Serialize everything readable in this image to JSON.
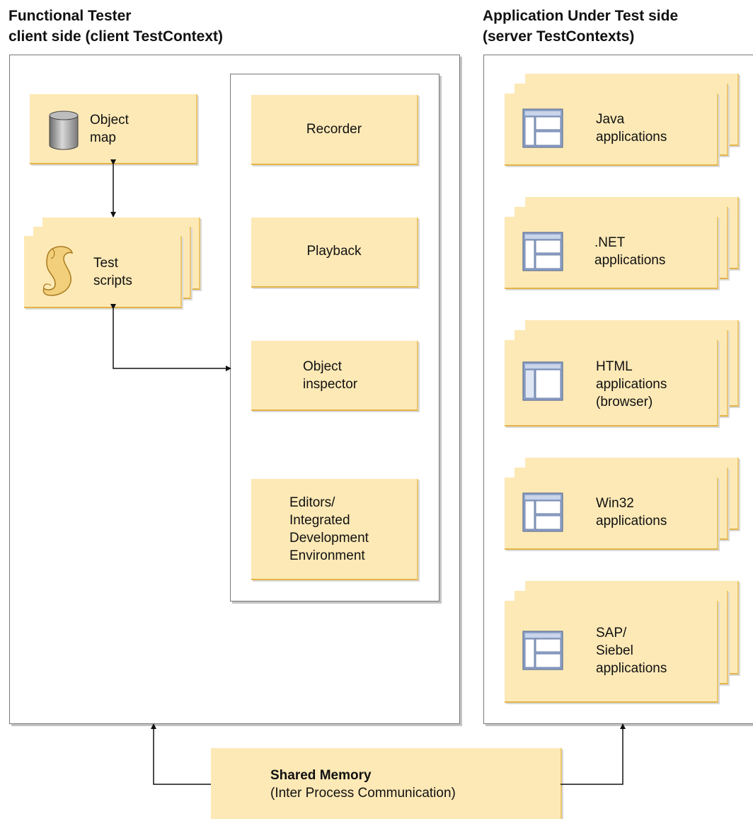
{
  "headers": {
    "client": [
      "Functional Tester",
      "client side (client TestContext)"
    ],
    "server": [
      "Application Under Test side",
      "(server TestContexts)"
    ]
  },
  "client": {
    "object_map": [
      "Object",
      "map"
    ],
    "test_scripts": [
      "Test",
      "scripts"
    ],
    "tools": {
      "recorder": [
        "Recorder"
      ],
      "playback": [
        "Playback"
      ],
      "object_inspector": [
        "Object",
        "inspector"
      ],
      "editors": [
        "Editors/",
        "Integrated",
        "Development",
        "Environment"
      ]
    }
  },
  "server": {
    "apps": [
      {
        "id": "java",
        "lines": [
          "Java",
          "applications"
        ]
      },
      {
        "id": "dotnet",
        "lines": [
          ".NET",
          "applications"
        ]
      },
      {
        "id": "html",
        "lines": [
          "HTML",
          "applications",
          "(browser)"
        ]
      },
      {
        "id": "win32",
        "lines": [
          "Win32",
          "applications"
        ]
      },
      {
        "id": "sap",
        "lines": [
          "SAP/",
          "Siebel",
          "applications"
        ]
      }
    ]
  },
  "shared_memory": {
    "title": "Shared Memory",
    "subtitle": "(Inter Process Communication)"
  },
  "icons": [
    "database-icon",
    "scroll-icon",
    "window-icon",
    "browser-window-icon"
  ],
  "colors": {
    "box_fill": "#fde9b6",
    "box_edge": "#e3b348",
    "panel_border": "#777777"
  }
}
